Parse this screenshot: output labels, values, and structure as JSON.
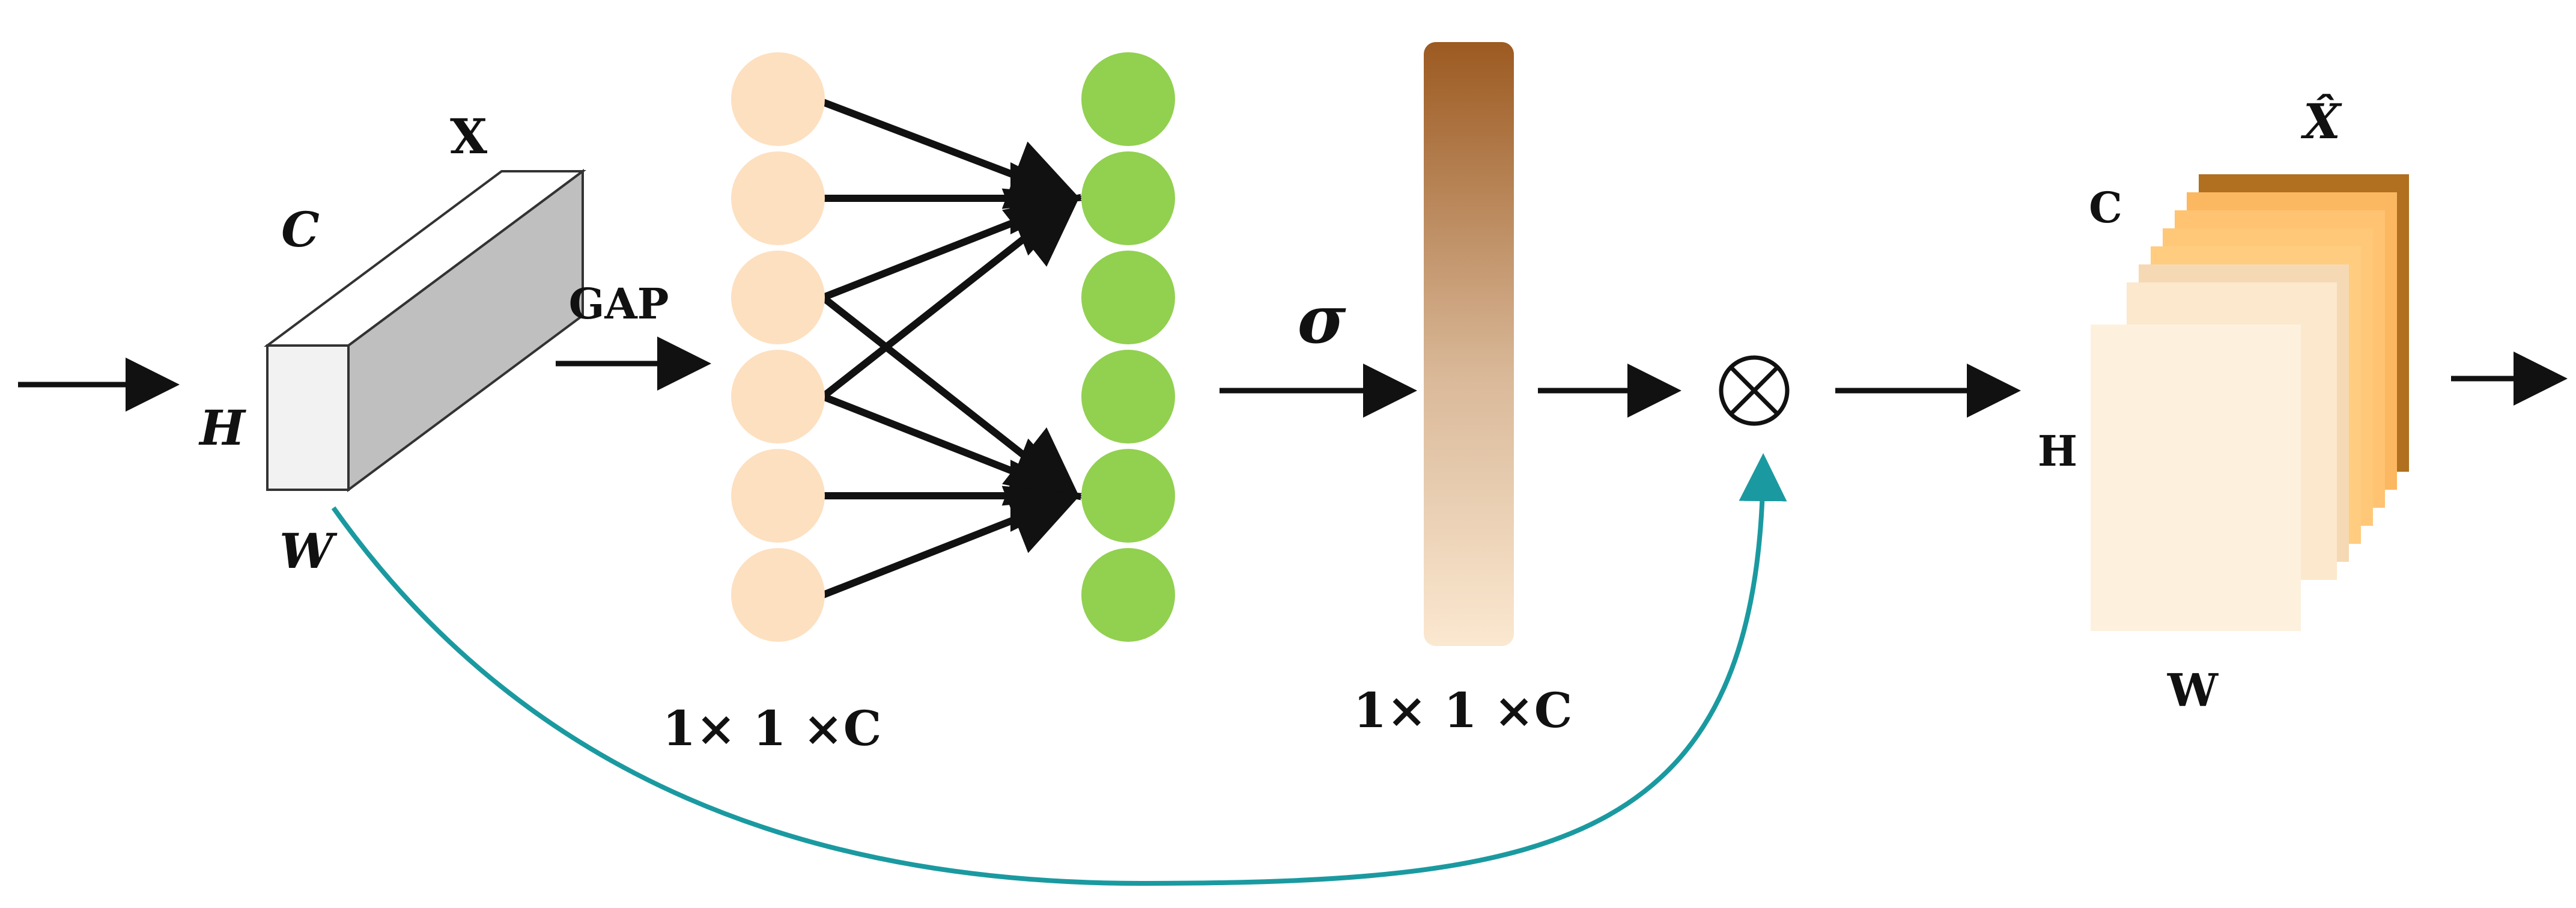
{
  "labels": {
    "input_tensor_name": "X",
    "input_dim_c": "C",
    "input_dim_h": "H",
    "input_dim_w": "W",
    "gap": "GAP",
    "sigma": "σ",
    "fc_dim": "1× 1 ×C",
    "weights_dim": "1× 1 ×C",
    "multiply": "⊗",
    "output_tensor_name": "X̂",
    "output_dim_c": "C",
    "output_dim_h": "H",
    "output_dim_w": "W"
  },
  "colors": {
    "input_circle": "#fde0c0",
    "output_circle": "#92d050",
    "gradient_top": "#9c5a21",
    "gradient_bottom": "#fbe8d0",
    "skip_line": "#1a9aa0",
    "cube_front": "#f2f2f2",
    "cube_side": "#bfbfbf",
    "plane_back": "#b07020",
    "plane_mid": "#ffc372",
    "plane_front": "#fdf1de"
  },
  "icons": {
    "multiply": "circled-times-icon"
  }
}
